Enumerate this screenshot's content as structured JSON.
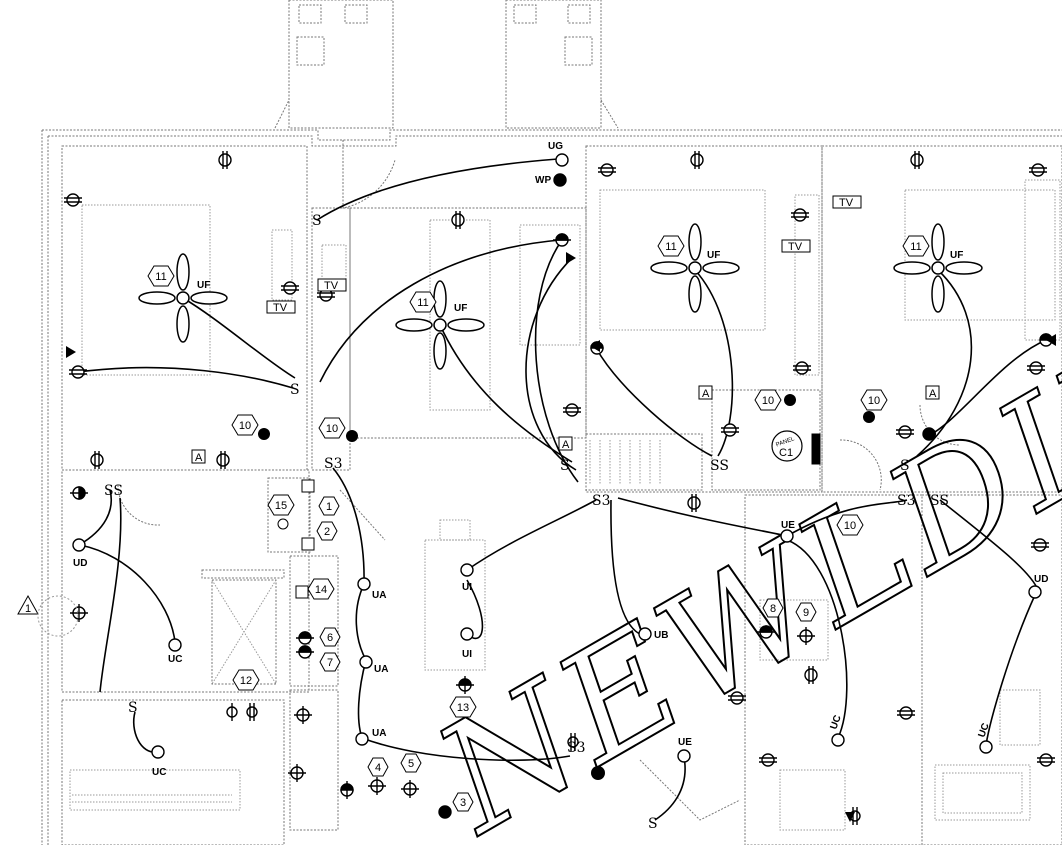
{
  "panel": {
    "line1": "PANEL",
    "line2": "C1"
  },
  "watermark": "NEWLDIL",
  "revision_tag": "1",
  "fan_label": "UF",
  "tv_label": "TV",
  "wp_label": "WP",
  "alarm_label": "A",
  "outlet_labels": [
    {
      "id": "ug",
      "text": "UG"
    },
    {
      "id": "ud-left",
      "text": "UD"
    },
    {
      "id": "ud-right",
      "text": "UD"
    },
    {
      "id": "uc-1",
      "text": "UC"
    },
    {
      "id": "uc-2",
      "text": "UC"
    },
    {
      "id": "uc-3",
      "text": "UC"
    },
    {
      "id": "uc-4",
      "text": "UC"
    },
    {
      "id": "ua-1",
      "text": "UA"
    },
    {
      "id": "ua-2",
      "text": "UA"
    },
    {
      "id": "ua-3",
      "text": "UA"
    },
    {
      "id": "ui-1",
      "text": "UI"
    },
    {
      "id": "ui-2",
      "text": "UI"
    },
    {
      "id": "ub",
      "text": "UB"
    },
    {
      "id": "ue-1",
      "text": "UE"
    },
    {
      "id": "ue-2",
      "text": "UE"
    }
  ],
  "keynotes": [
    "1",
    "2",
    "3",
    "4",
    "5",
    "6",
    "7",
    "8",
    "9",
    "10",
    "10",
    "10",
    "10",
    "10",
    "11",
    "11",
    "11",
    "11",
    "12",
    "13",
    "14",
    "15"
  ],
  "switch_labels": [
    "S",
    "S",
    "S3",
    "S",
    "S",
    "S3",
    "S3",
    "SS",
    "SS"
  ]
}
